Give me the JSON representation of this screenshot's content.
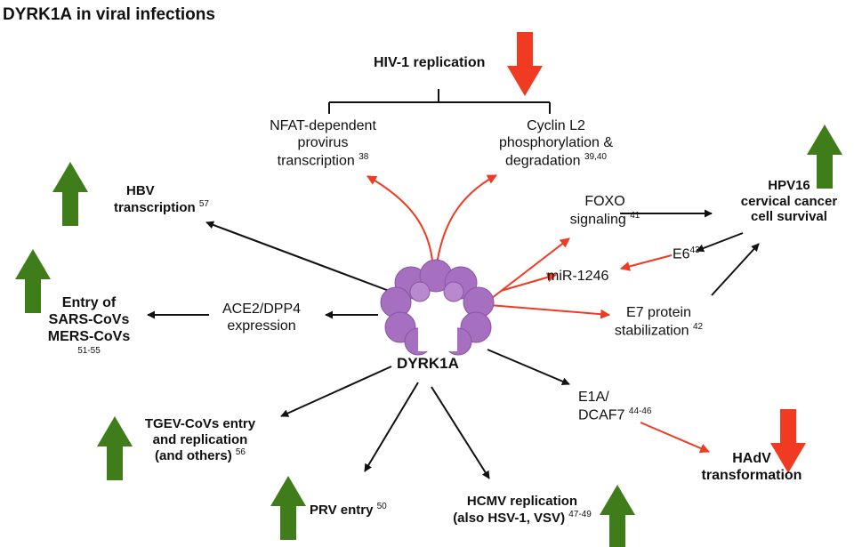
{
  "title": "DYRK1A in viral infections",
  "center": {
    "label": "DYRK1A"
  },
  "hiv": {
    "title": "HIV-1 replication",
    "nfat": [
      "NFAT-dependent",
      "provirus",
      "transcription"
    ],
    "nfat_ref": "38",
    "cyclin": [
      "Cyclin L2",
      "phosphorylation &",
      "degradation"
    ],
    "cyclin_ref": "39,40"
  },
  "hbv": {
    "lines": [
      "HBV",
      "transcription"
    ],
    "ref": "57"
  },
  "ace2": {
    "lines": [
      "ACE2/DPP4",
      "expression"
    ]
  },
  "sars": {
    "lines": [
      "Entry of",
      "SARS-CoVs",
      "MERS-CoVs"
    ],
    "ref": "51-55"
  },
  "tgev": {
    "lines": [
      "TGEV-CoVs entry",
      "and replication",
      "(and others)"
    ],
    "ref": "56"
  },
  "prv": {
    "label": "PRV entry",
    "ref": "50"
  },
  "hcmv": {
    "lines": [
      "HCMV replication",
      "(also HSV-1, VSV)"
    ],
    "ref": "47-49"
  },
  "foxo": {
    "lines": [
      "FOXO",
      "signaling"
    ],
    "ref": "41"
  },
  "e6": {
    "label": "E6",
    "ref": "43"
  },
  "mir": {
    "label": "miR-1246"
  },
  "e7": {
    "lines": [
      "E7 protein",
      "stabilization"
    ],
    "ref": "42"
  },
  "hpv": {
    "lines": [
      "HPV16",
      "cervical cancer",
      "cell survival"
    ]
  },
  "e1a": {
    "lines": [
      "E1A/",
      "DCAF7"
    ],
    "ref": "44-46"
  },
  "hadv": {
    "lines": [
      "HAdV",
      "transformation"
    ]
  },
  "colors": {
    "black": "#111111",
    "inhibit": "#f03a22",
    "up": "#3f7d1a",
    "down": "#f03a22",
    "protein": "#a66fc0"
  },
  "indicators": [
    {
      "name": "hiv-down-arrow-icon",
      "direction": "down"
    },
    {
      "name": "hpv-up-arrow-icon",
      "direction": "up"
    },
    {
      "name": "hbv-up-arrow-icon",
      "direction": "up"
    },
    {
      "name": "sars-up-arrow-icon",
      "direction": "up"
    },
    {
      "name": "tgev-up-arrow-icon",
      "direction": "up"
    },
    {
      "name": "prv-up-arrow-icon",
      "direction": "up"
    },
    {
      "name": "hcmv-up-arrow-icon",
      "direction": "up"
    },
    {
      "name": "hadv-down-arrow-icon",
      "direction": "down"
    }
  ]
}
